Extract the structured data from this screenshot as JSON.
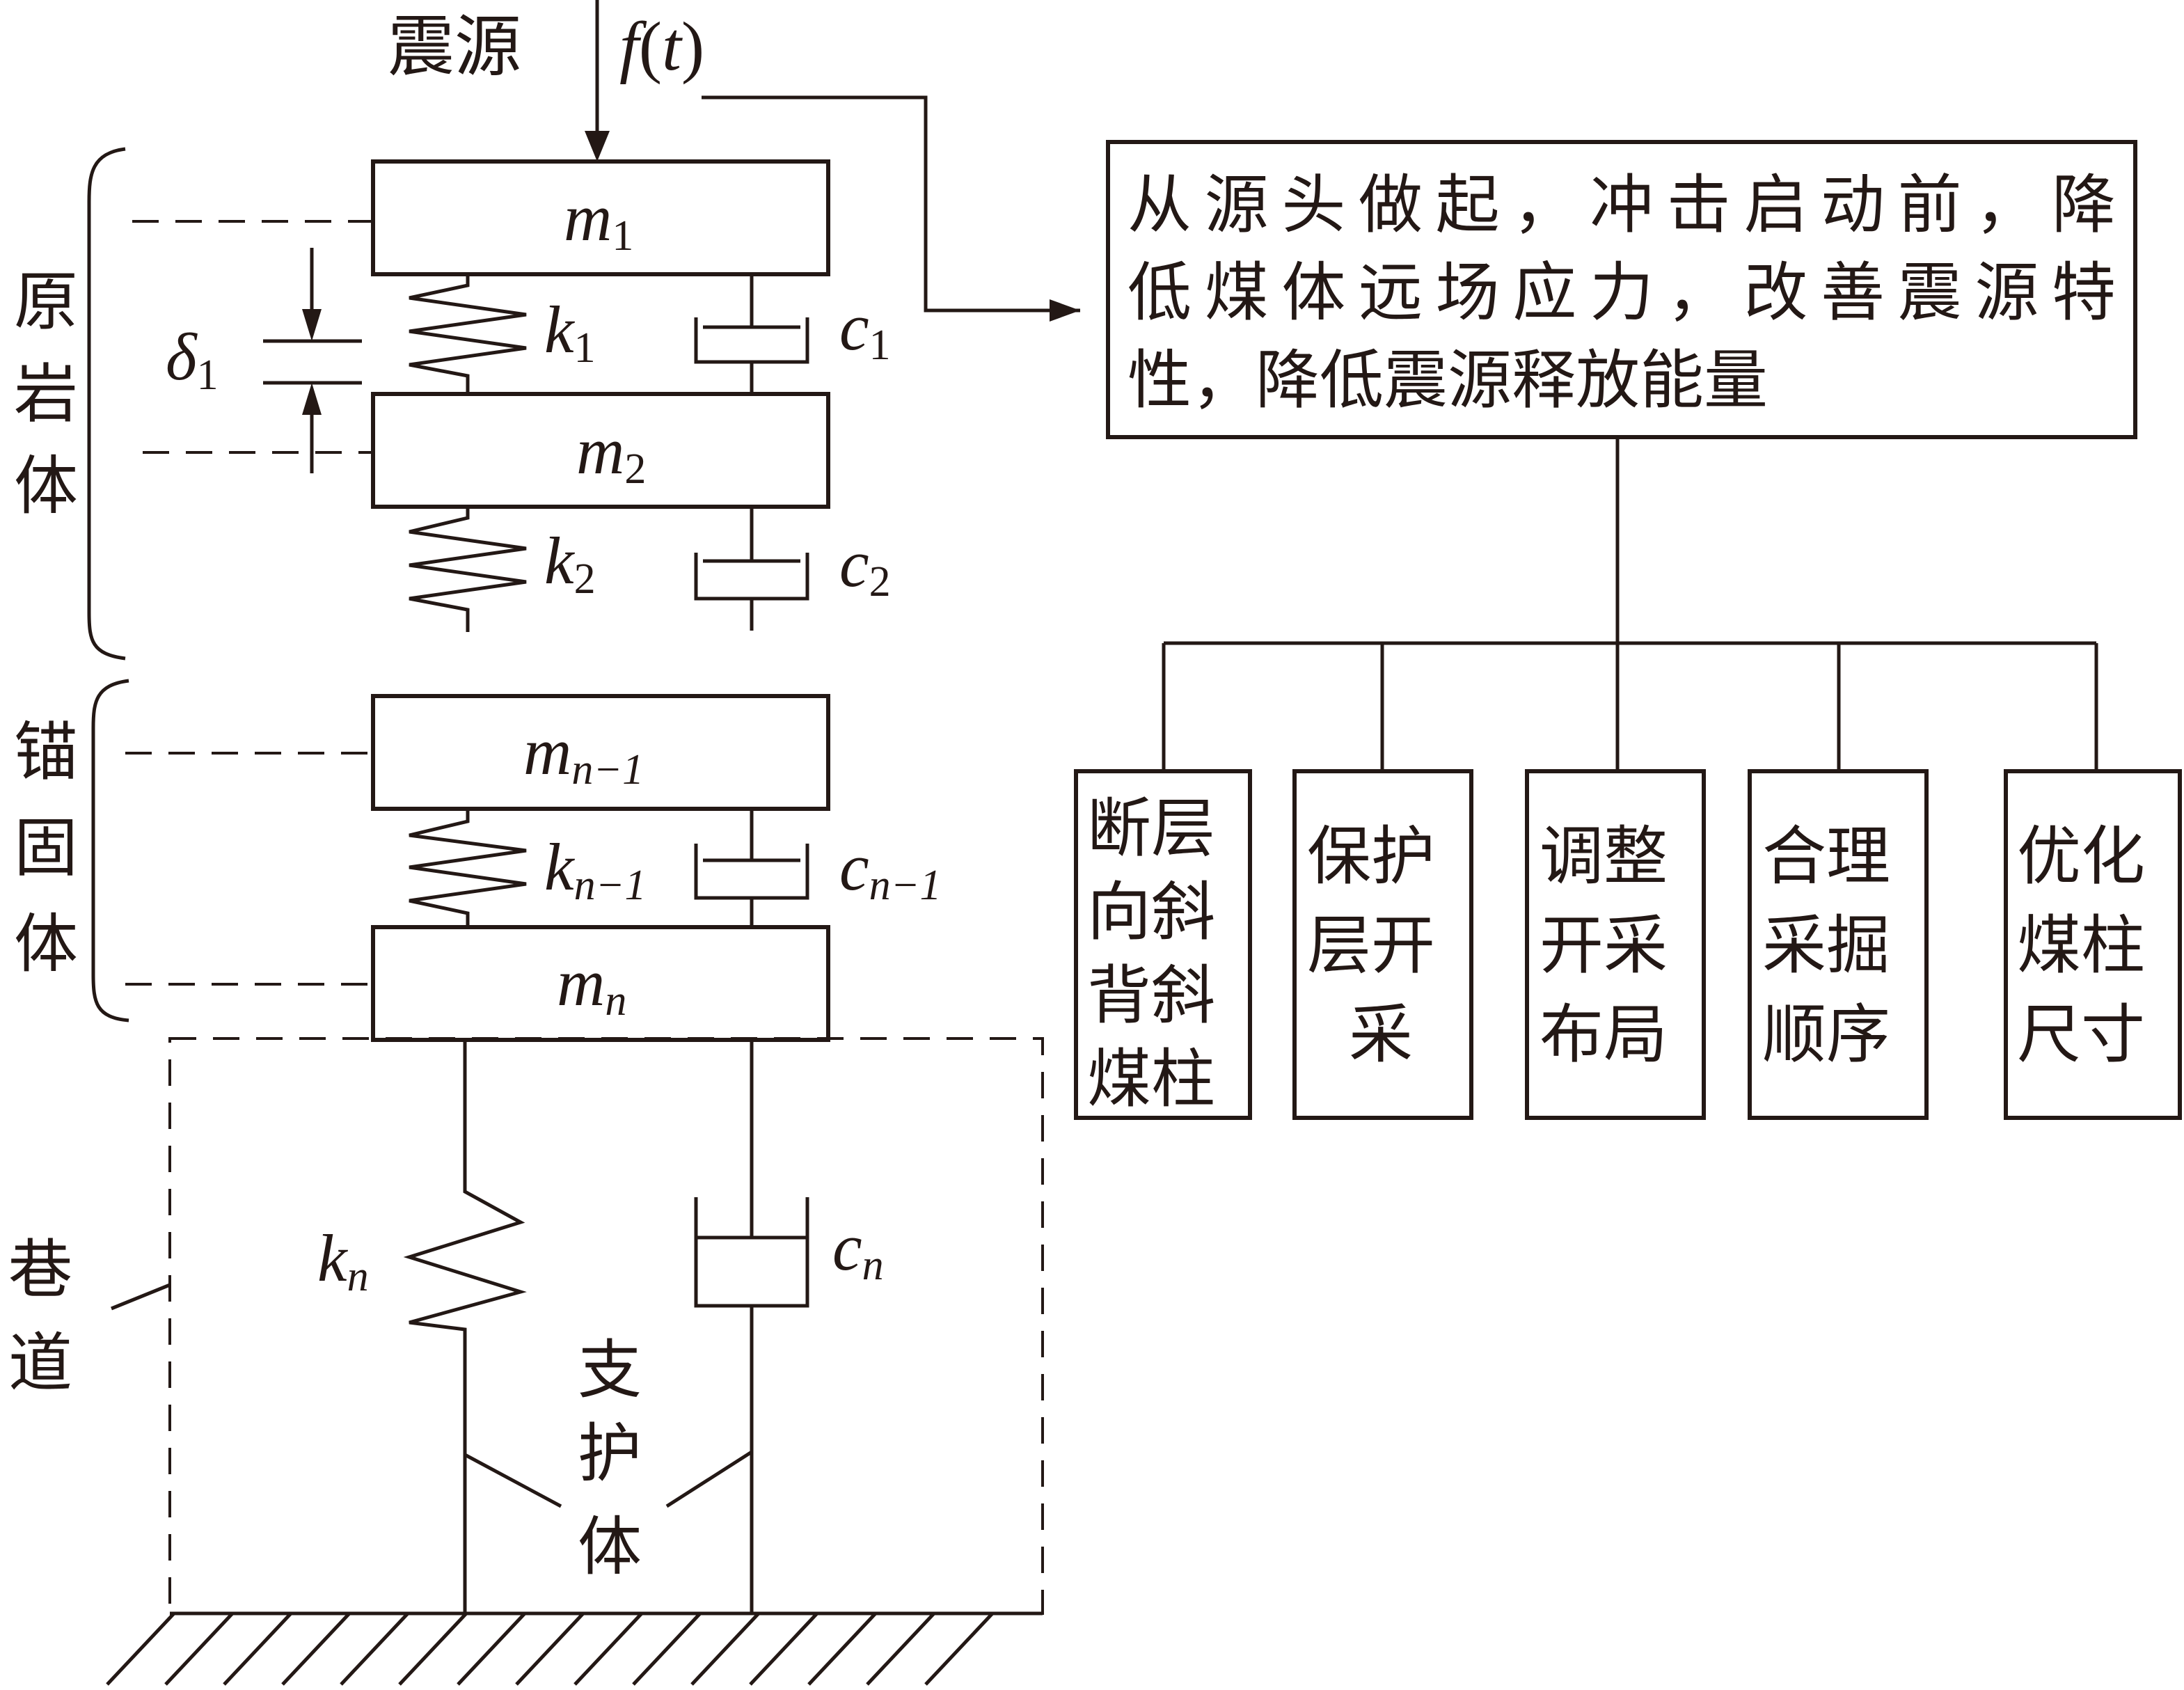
{
  "source": {
    "label": "震源",
    "force": "f",
    "arg": "t"
  },
  "masses": [
    {
      "sym": "m",
      "sub": "1"
    },
    {
      "sym": "m",
      "sub": "2"
    },
    {
      "sym": "m",
      "sub": "n−1"
    },
    {
      "sym": "m",
      "sub": "n"
    }
  ],
  "springs": [
    {
      "sym": "k",
      "sub": "1"
    },
    {
      "sym": "k",
      "sub": "2"
    },
    {
      "sym": "k",
      "sub": "n−1"
    },
    {
      "sym": "k",
      "sub": "n"
    }
  ],
  "dampers": [
    {
      "sym": "c",
      "sub": "1"
    },
    {
      "sym": "c",
      "sub": "2"
    },
    {
      "sym": "c",
      "sub": "n−1"
    },
    {
      "sym": "c",
      "sub": "n"
    }
  ],
  "displacement": {
    "sym": "δ",
    "sub": "1"
  },
  "groups": {
    "rock": [
      "原",
      "岩",
      "体"
    ],
    "anchor": [
      "锚",
      "固",
      "体"
    ],
    "roadway": [
      "巷",
      "道"
    ],
    "support": [
      "支",
      "护",
      "体"
    ]
  },
  "main_box": {
    "lines": [
      "从源头做起，冲击启动前，降",
      "低煤体远场应力，改善震源特",
      "性，降低震源释放能量"
    ]
  },
  "sub_boxes": [
    {
      "lines": [
        "断层",
        "向斜",
        "背斜",
        "煤柱"
      ]
    },
    {
      "lines": [
        "保护",
        "层开",
        "采"
      ]
    },
    {
      "lines": [
        "调整",
        "开采",
        "布局"
      ]
    },
    {
      "lines": [
        "合理",
        "采掘",
        "顺序"
      ]
    },
    {
      "lines": [
        "优化",
        "煤柱",
        "尺寸"
      ]
    }
  ]
}
